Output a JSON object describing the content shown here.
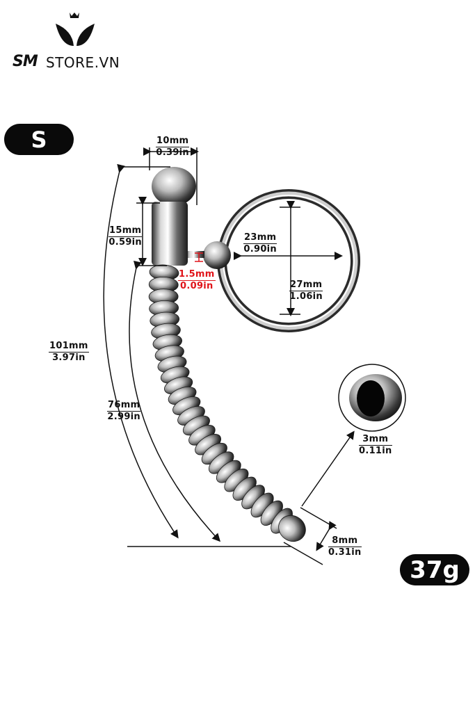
{
  "brand": {
    "sm": "SM",
    "store": "STORE.VN"
  },
  "badges": {
    "size": "S",
    "weight": "37g"
  },
  "dimensions": {
    "head_width": {
      "mm": "10mm",
      "in": "0.39in"
    },
    "stem_height": {
      "mm": "15mm",
      "in": "0.59in"
    },
    "gap": {
      "mm": "1.5mm",
      "in": "0.09in"
    },
    "ring_inner": {
      "mm": "23mm",
      "in": "0.90in"
    },
    "ring_outer": {
      "mm": "27mm",
      "in": "1.06in"
    },
    "total_length": {
      "mm": "101mm",
      "in": "3.97in"
    },
    "beaded_length": {
      "mm": "76mm",
      "in": "2.99in"
    },
    "hole": {
      "mm": "3mm",
      "in": "0.11in"
    },
    "tip_width": {
      "mm": "8mm",
      "in": "0.31in"
    }
  },
  "colors": {
    "dimension_text": "#111111",
    "gap_highlight": "#e0141a",
    "badge_bg": "#0a0a0a"
  }
}
